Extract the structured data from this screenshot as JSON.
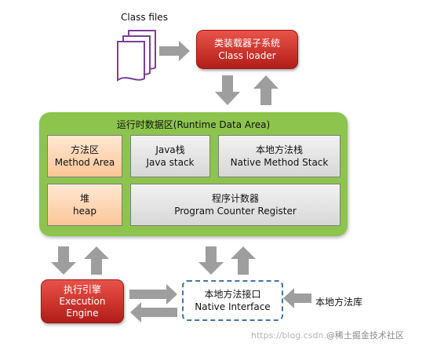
{
  "class_files": {
    "label": "Class files"
  },
  "class_loader": {
    "zh": "类装载器子系统",
    "en": "Class loader"
  },
  "runtime_area": {
    "title": "运行时数据区(Runtime Data Area)",
    "method_area": {
      "zh": "方法区",
      "en": "Method Area"
    },
    "java_stack": {
      "zh": "Java栈",
      "en": "Java stack"
    },
    "native_stack": {
      "zh": "本地方法栈",
      "en": "Native Method Stack"
    },
    "heap": {
      "zh": "堆",
      "en": "heap"
    },
    "pc_register": {
      "zh": "程序计数器",
      "en": "Program Counter Register"
    }
  },
  "execution_engine": {
    "zh": "执行引擎",
    "en1": "Execution",
    "en2": "Engine"
  },
  "native_interface": {
    "zh": "本地方法接口",
    "en": "Native Interface"
  },
  "native_library": {
    "label": "本地方法库"
  },
  "watermark": {
    "url": "https://blog.csdn.",
    "brand": "@稀土掘金技术社区"
  },
  "colors": {
    "red": "#c4302a",
    "green": "#8dc44d",
    "orange": "#fbc697",
    "grey": "#d9d9d9",
    "arrow": "#9e9e9e",
    "dashed": "#3d76ad",
    "files": "#7a3f99"
  }
}
